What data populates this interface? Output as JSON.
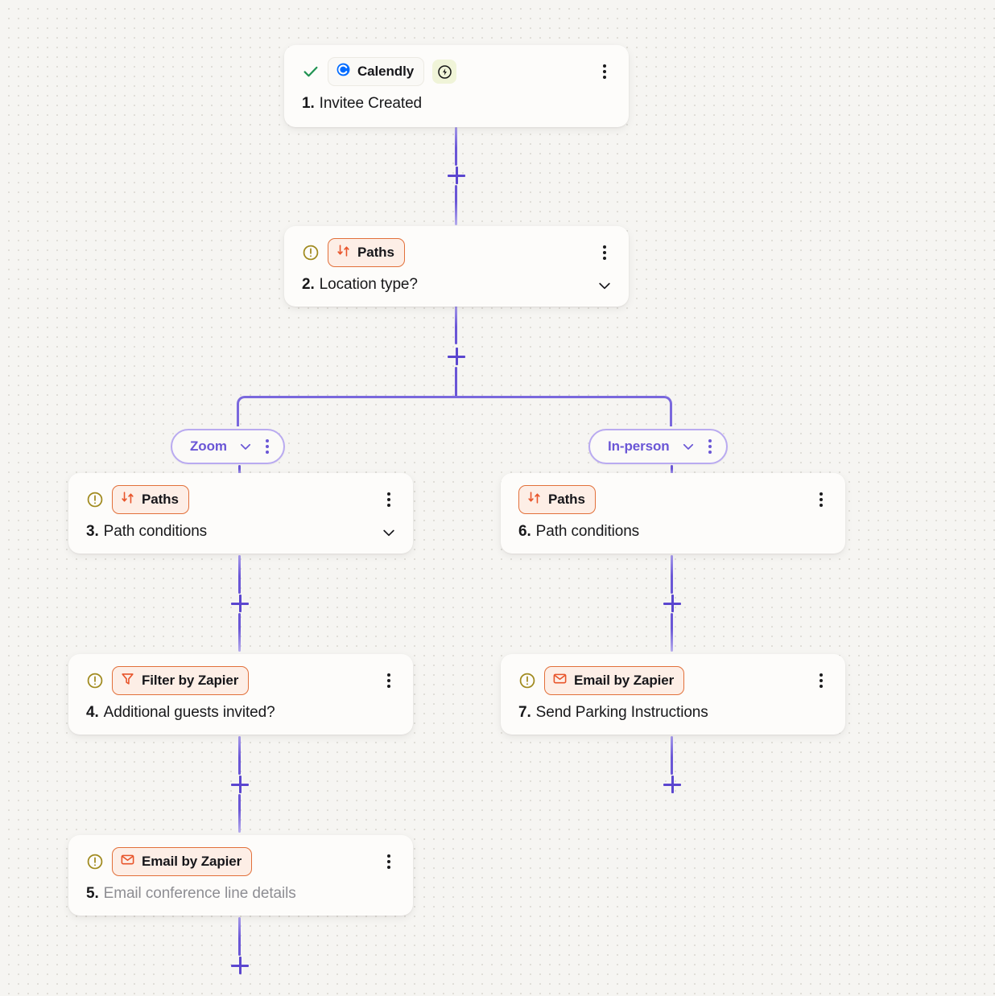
{
  "workflow": {
    "title": "Zapier Zap editor canvas",
    "colors": {
      "canvas_bg": "#f6f5f2",
      "connector": "#6a56d6",
      "path_accent": "#6a56d6",
      "badge_orange_border": "#e2703a",
      "badge_orange_bg": "#fdeee6",
      "warning": "#a08a1e",
      "success": "#1f9251"
    },
    "steps": [
      {
        "id": "step-1",
        "number": "1.",
        "title": "Invitee Created",
        "badge": "Calendly",
        "badge_style": "plain",
        "badge_icon": "calendly-icon",
        "status_icon": "check-icon",
        "extra_icon": "lightning-bolt-icon",
        "has_chevron": false,
        "muted": false
      },
      {
        "id": "step-2",
        "number": "2.",
        "title": "Location type?",
        "badge": "Paths",
        "badge_style": "orange",
        "badge_icon": "paths-icon",
        "status_icon": "warning-icon",
        "has_chevron": true,
        "muted": false
      },
      {
        "id": "step-3",
        "number": "3.",
        "title": "Path conditions",
        "badge": "Paths",
        "badge_style": "orange",
        "badge_icon": "paths-icon",
        "status_icon": "warning-icon",
        "has_chevron": true,
        "muted": false
      },
      {
        "id": "step-4",
        "number": "4.",
        "title": "Additional guests invited?",
        "badge": "Filter by Zapier",
        "badge_style": "orange",
        "badge_icon": "filter-icon",
        "status_icon": "warning-icon",
        "has_chevron": false,
        "muted": false
      },
      {
        "id": "step-5",
        "number": "5.",
        "title": "Email conference line details",
        "badge": "Email by Zapier",
        "badge_style": "orange",
        "badge_icon": "envelope-icon",
        "status_icon": "warning-icon",
        "has_chevron": false,
        "muted": true
      },
      {
        "id": "step-6",
        "number": "6.",
        "title": "Path conditions",
        "badge": "Paths",
        "badge_style": "orange",
        "badge_icon": "paths-icon",
        "status_icon": "none",
        "has_chevron": false,
        "muted": false
      },
      {
        "id": "step-7",
        "number": "7.",
        "title": "Send Parking Instructions",
        "badge": "Email by Zapier",
        "badge_style": "orange",
        "badge_icon": "envelope-icon",
        "status_icon": "warning-icon",
        "has_chevron": false,
        "muted": false
      }
    ],
    "paths": [
      {
        "id": "path-zoom",
        "label": "Zoom"
      },
      {
        "id": "path-in-person",
        "label": "In-person"
      }
    ],
    "add_buttons": [
      {
        "id": "add-step-after-1"
      },
      {
        "id": "add-step-after-2"
      },
      {
        "id": "add-step-after-3"
      },
      {
        "id": "add-step-after-4"
      },
      {
        "id": "add-step-after-5"
      },
      {
        "id": "add-step-after-6"
      },
      {
        "id": "add-step-after-7"
      }
    ]
  }
}
